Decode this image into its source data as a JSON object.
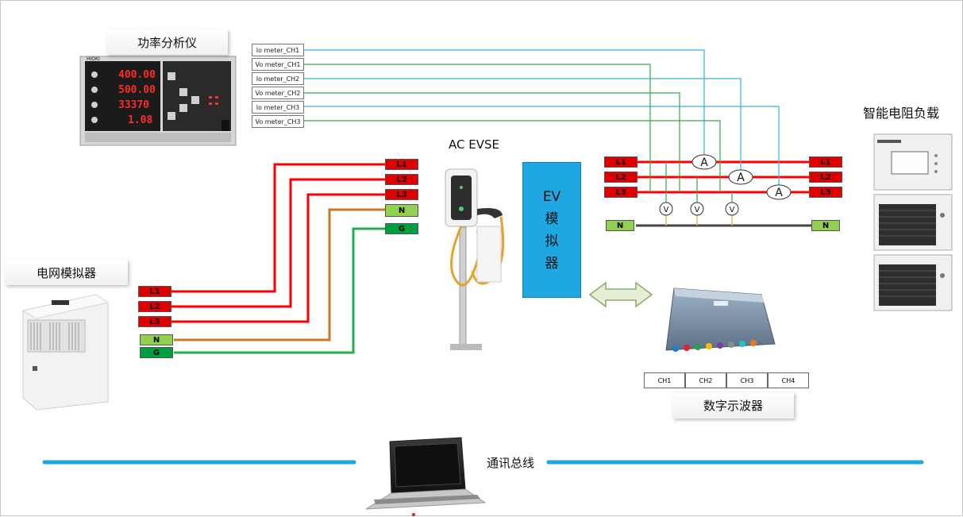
{
  "labels": {
    "power_analyzer": "功率分析仪",
    "grid_simulator": "电网模拟器",
    "evse": "AC  EVSE",
    "ev_simulator": [
      "EV",
      "模",
      "拟",
      "器"
    ],
    "smart_load": "智能电阻负载",
    "oscilloscope": "数字示波器",
    "comm_bus": "通讯总线"
  },
  "meter_channels": [
    "Io meter_CH1",
    "Vo meter_CH1",
    "Io meter_CH2",
    "Vo meter_CH2",
    "Io meter_CH3",
    "Vo meter_CH3"
  ],
  "analyzer_display": {
    "brand": "HIOKI",
    "readings": [
      "400.00",
      "500.00",
      "33370",
      "1.08"
    ]
  },
  "grid_terminals": [
    "L1",
    "L2",
    "L3",
    "N",
    "G"
  ],
  "evse_terminals": [
    "L1",
    "L2",
    "L3",
    "N",
    "G"
  ],
  "bus_left_terminals": [
    "L1",
    "L2",
    "L3",
    "N"
  ],
  "bus_right_terminals": [
    "L1",
    "L2",
    "L3",
    "N"
  ],
  "ammeter_symbol": "A",
  "voltmeter_symbol": "V",
  "scope_channels": [
    "CH1",
    "CH2",
    "CH3",
    "CH4"
  ],
  "colors": {
    "phase": "#ff0000",
    "neutral_wire": "#c87822",
    "ground_wire": "#22b04a",
    "io_signal": "#33b5d8",
    "vo_signal": "#3aa547",
    "bus": "#1ea7e1",
    "ev_box": "#1ea7e1"
  }
}
